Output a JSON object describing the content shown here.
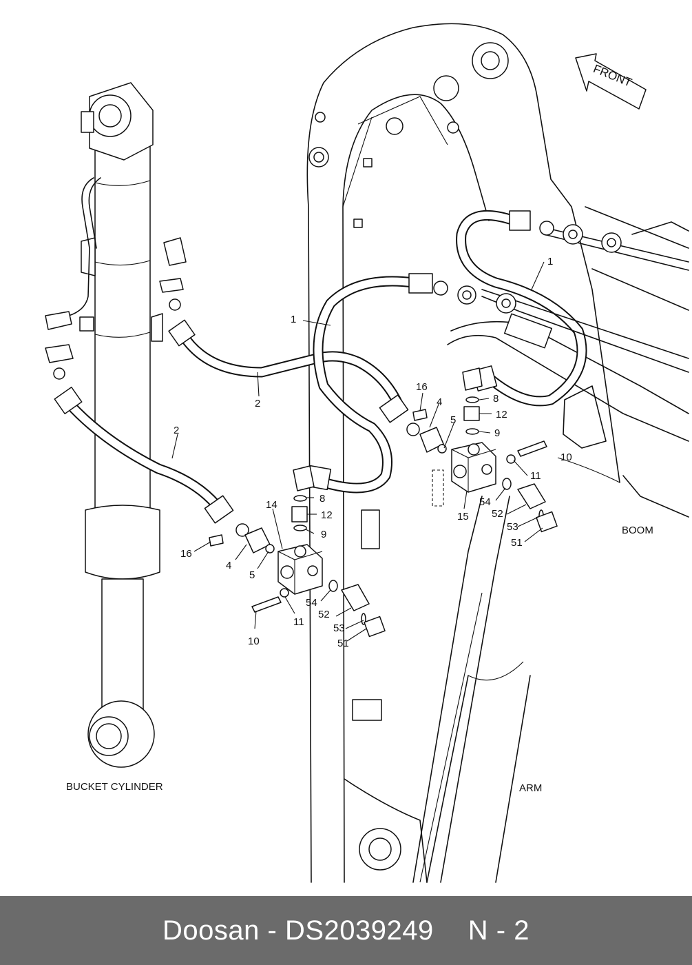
{
  "diagram": {
    "labels": {
      "front": "FRONT",
      "boom": "BOOM",
      "arm": "ARM",
      "bucket_cylinder": "BUCKET CYLINDER"
    },
    "callouts": [
      {
        "id": "1-left",
        "text": "1"
      },
      {
        "id": "1-right",
        "text": "1"
      },
      {
        "id": "2-upper",
        "text": "2"
      },
      {
        "id": "2-lower",
        "text": "2"
      },
      {
        "id": "4-left",
        "text": "4"
      },
      {
        "id": "4-right",
        "text": "4"
      },
      {
        "id": "5-left",
        "text": "5"
      },
      {
        "id": "5-right",
        "text": "5"
      },
      {
        "id": "8-left",
        "text": "8"
      },
      {
        "id": "8-right",
        "text": "8"
      },
      {
        "id": "9-left",
        "text": "9"
      },
      {
        "id": "9-right",
        "text": "9"
      },
      {
        "id": "10-left",
        "text": "10"
      },
      {
        "id": "10-right",
        "text": "10"
      },
      {
        "id": "11-left",
        "text": "11"
      },
      {
        "id": "11-right",
        "text": "11"
      },
      {
        "id": "12-left",
        "text": "12"
      },
      {
        "id": "12-right",
        "text": "12"
      },
      {
        "id": "14",
        "text": "14"
      },
      {
        "id": "15",
        "text": "15"
      },
      {
        "id": "16-left",
        "text": "16"
      },
      {
        "id": "16-right",
        "text": "16"
      },
      {
        "id": "51-left",
        "text": "51"
      },
      {
        "id": "51-right",
        "text": "51"
      },
      {
        "id": "52-left",
        "text": "52"
      },
      {
        "id": "52-right",
        "text": "52"
      },
      {
        "id": "53-left",
        "text": "53"
      },
      {
        "id": "53-right",
        "text": "53"
      },
      {
        "id": "54-left",
        "text": "54"
      },
      {
        "id": "54-right",
        "text": "54"
      }
    ]
  },
  "footer": {
    "brand": "Doosan",
    "separator": "-",
    "part_number": "DS2039249",
    "page": "N - 2",
    "background": "#6b6b6b",
    "text_color": "#ffffff"
  }
}
